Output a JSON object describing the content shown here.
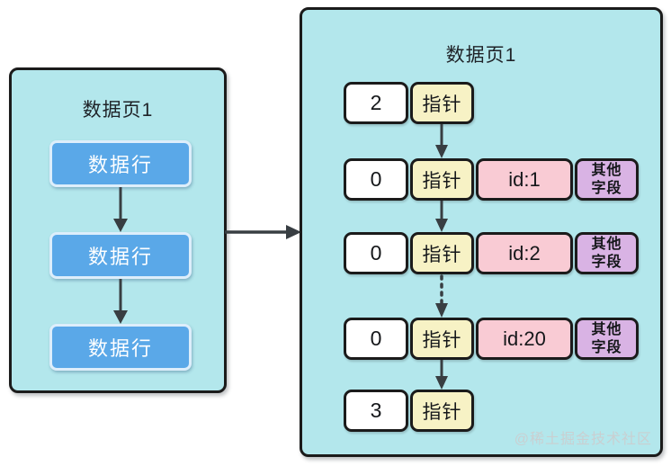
{
  "colors": {
    "page_background": "#ffffff",
    "panel_fill": "#b3e7ec",
    "panel_border": "#1b1b1b",
    "data_row_fill": "#5aa8e8",
    "data_row_border": "#ddeefb",
    "value_cell_fill": "#ffffff",
    "pointer_cell_fill": "#f7f2c5",
    "id_cell_fill": "#f9cbd4",
    "other_fields_cell_fill": "#d9b3e4",
    "arrow_color": "#383e42",
    "watermark_color": "#c9cfd1"
  },
  "left_page": {
    "title": "数据页1",
    "rows": [
      {
        "label": "数据行"
      },
      {
        "label": "数据行"
      },
      {
        "label": "数据行"
      }
    ]
  },
  "right_page": {
    "title": "数据页1",
    "header_row": {
      "value": "2",
      "pointer_label": "指针"
    },
    "records": [
      {
        "value": "0",
        "pointer_label": "指针",
        "id_label": "id:1",
        "other_line1": "其他",
        "other_line2": "字段"
      },
      {
        "value": "0",
        "pointer_label": "指针",
        "id_label": "id:2",
        "other_line1": "其他",
        "other_line2": "字段"
      },
      {
        "value": "0",
        "pointer_label": "指针",
        "id_label": "id:20",
        "other_line1": "其他",
        "other_line2": "字段"
      }
    ],
    "footer_row": {
      "value": "3",
      "pointer_label": "指针"
    },
    "watermark": "@稀土掘金技术社区"
  }
}
